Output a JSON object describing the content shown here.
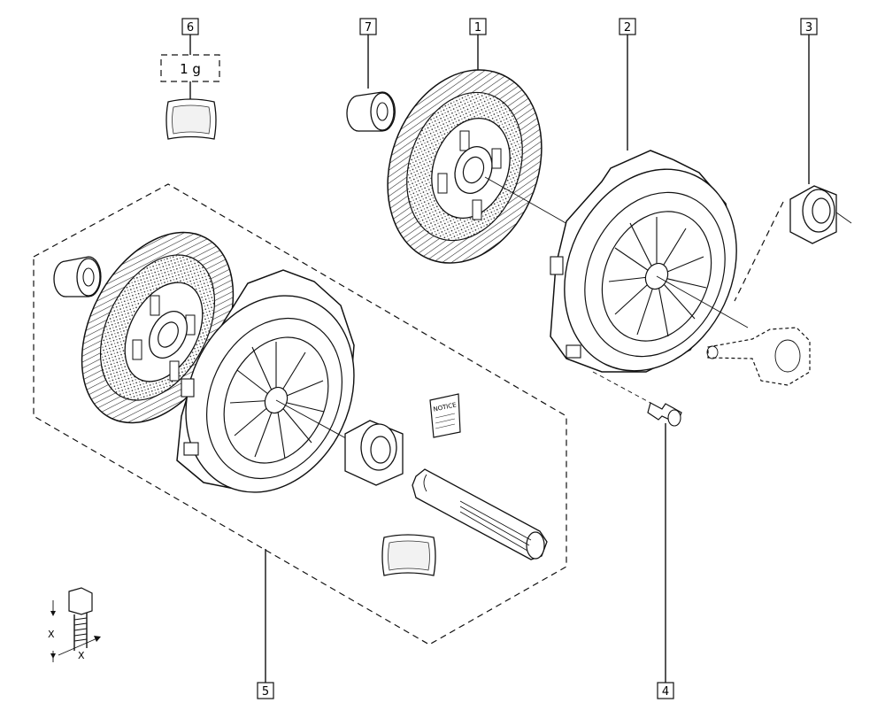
{
  "callouts": [
    {
      "id": "1",
      "label": "1"
    },
    {
      "id": "2",
      "label": "2"
    },
    {
      "id": "3",
      "label": "3"
    },
    {
      "id": "4",
      "label": "4"
    },
    {
      "id": "5",
      "label": "5"
    },
    {
      "id": "6",
      "label": "6"
    },
    {
      "id": "7",
      "label": "7"
    }
  ],
  "grease_quantity": "1 g",
  "notice_label": "NOTICE",
  "torque_axis_labels": [
    "X",
    "X"
  ]
}
